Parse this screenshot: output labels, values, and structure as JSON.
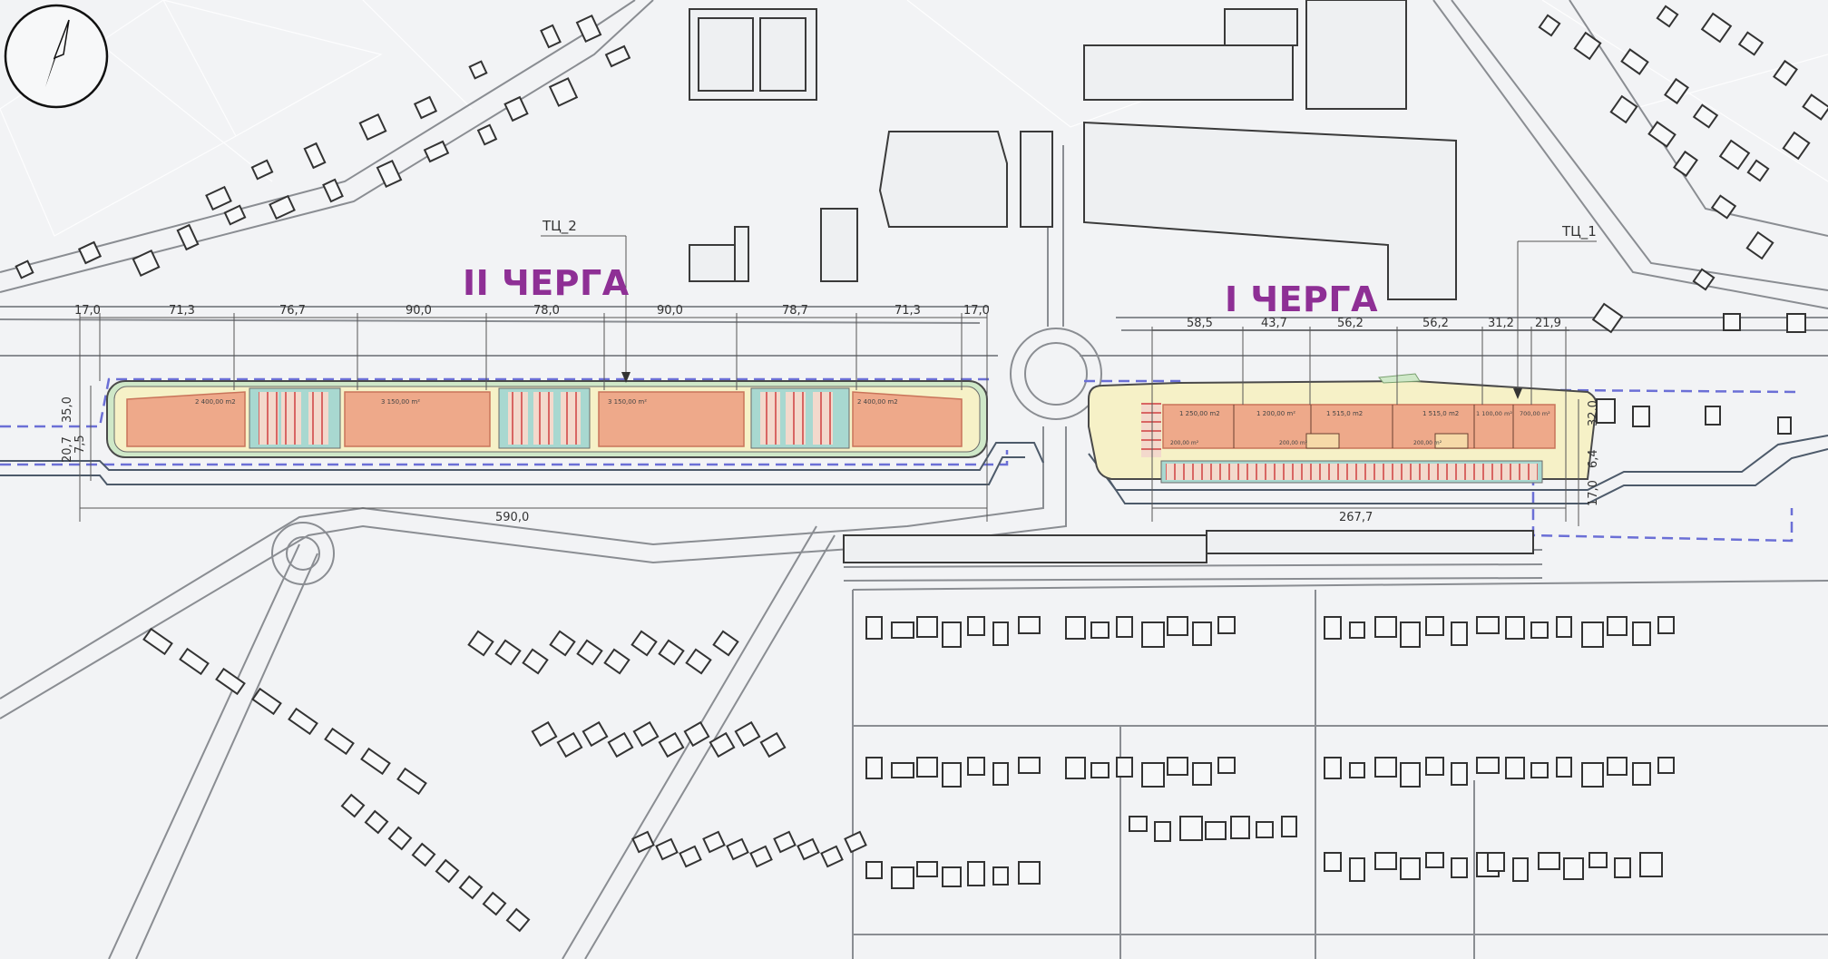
{
  "labels": {
    "phase_2": "II ЧЕРГА",
    "phase_1": "I ЧЕРГА",
    "tc_2": "ТЦ_2",
    "tc_1": "ТЦ_1"
  },
  "dimensions": {
    "west_top": [
      "17,0",
      "71,3",
      "76,7",
      "90,0",
      "78,0",
      "90,0",
      "78,7",
      "71,3",
      "17,0"
    ],
    "west_total": "590,0",
    "west_left_vertical": [
      "35,0",
      "20,7",
      "7,5"
    ],
    "east_top": [
      "58,5",
      "43,7",
      "56,2",
      "56,2",
      "31,2",
      "21,9"
    ],
    "east_total": "267,7",
    "east_right_vertical": [
      "32,0",
      "6,4",
      "17,0"
    ]
  },
  "areas": {
    "west": [
      "2 400,00 m2",
      "3 150,00 m²",
      "3 150,00 m²",
      "2 400,00 m2"
    ],
    "east": [
      "1 250,00 m2",
      "1 200,00 m²",
      "1 515,0 m2",
      "1 515,0 m2",
      "1 100,00 m²",
      "700,00 m²"
    ],
    "east_small": [
      "200,00 m²",
      "200,00 m²",
      "200,00 m²"
    ]
  },
  "colors": {
    "phase_label": "#8e2f95",
    "building_fill": "#eea98a",
    "building_stroke": "#c9745a",
    "parking_fill": "#a8d8d0",
    "parking_line": "#d04040",
    "plot_fill": "#f6f1c7",
    "green_fill": "#cfe8c8",
    "boundary": "#6b6fd6",
    "canal": "#4d5a6a"
  },
  "icons": {
    "compass": "north-arrow-icon"
  }
}
